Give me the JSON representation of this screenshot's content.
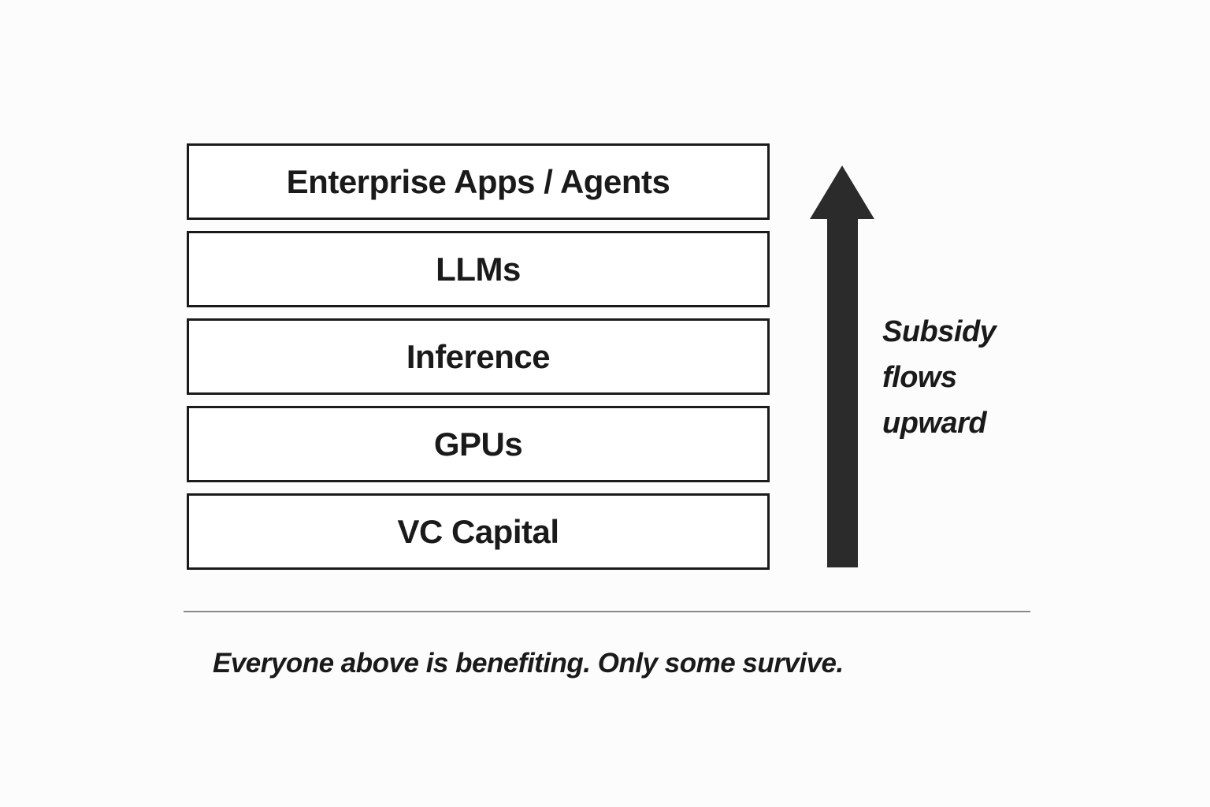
{
  "diagram": {
    "stack": {
      "layers": [
        "Enterprise Apps / Agents",
        "LLMs",
        "Inference",
        "GPUs",
        "VC Capital"
      ]
    },
    "arrow": {
      "direction": "up",
      "label": "Subsidy\nflows\nupward",
      "color": "#2b2b2b"
    },
    "caption": "Everyone above is benefiting. Only some survive.",
    "colors": {
      "background": "#fcfcfc",
      "box_fill": "#ffffff",
      "box_border": "#1a1a1a",
      "text": "#1a1a1a",
      "divider": "#8a8a8a"
    }
  }
}
